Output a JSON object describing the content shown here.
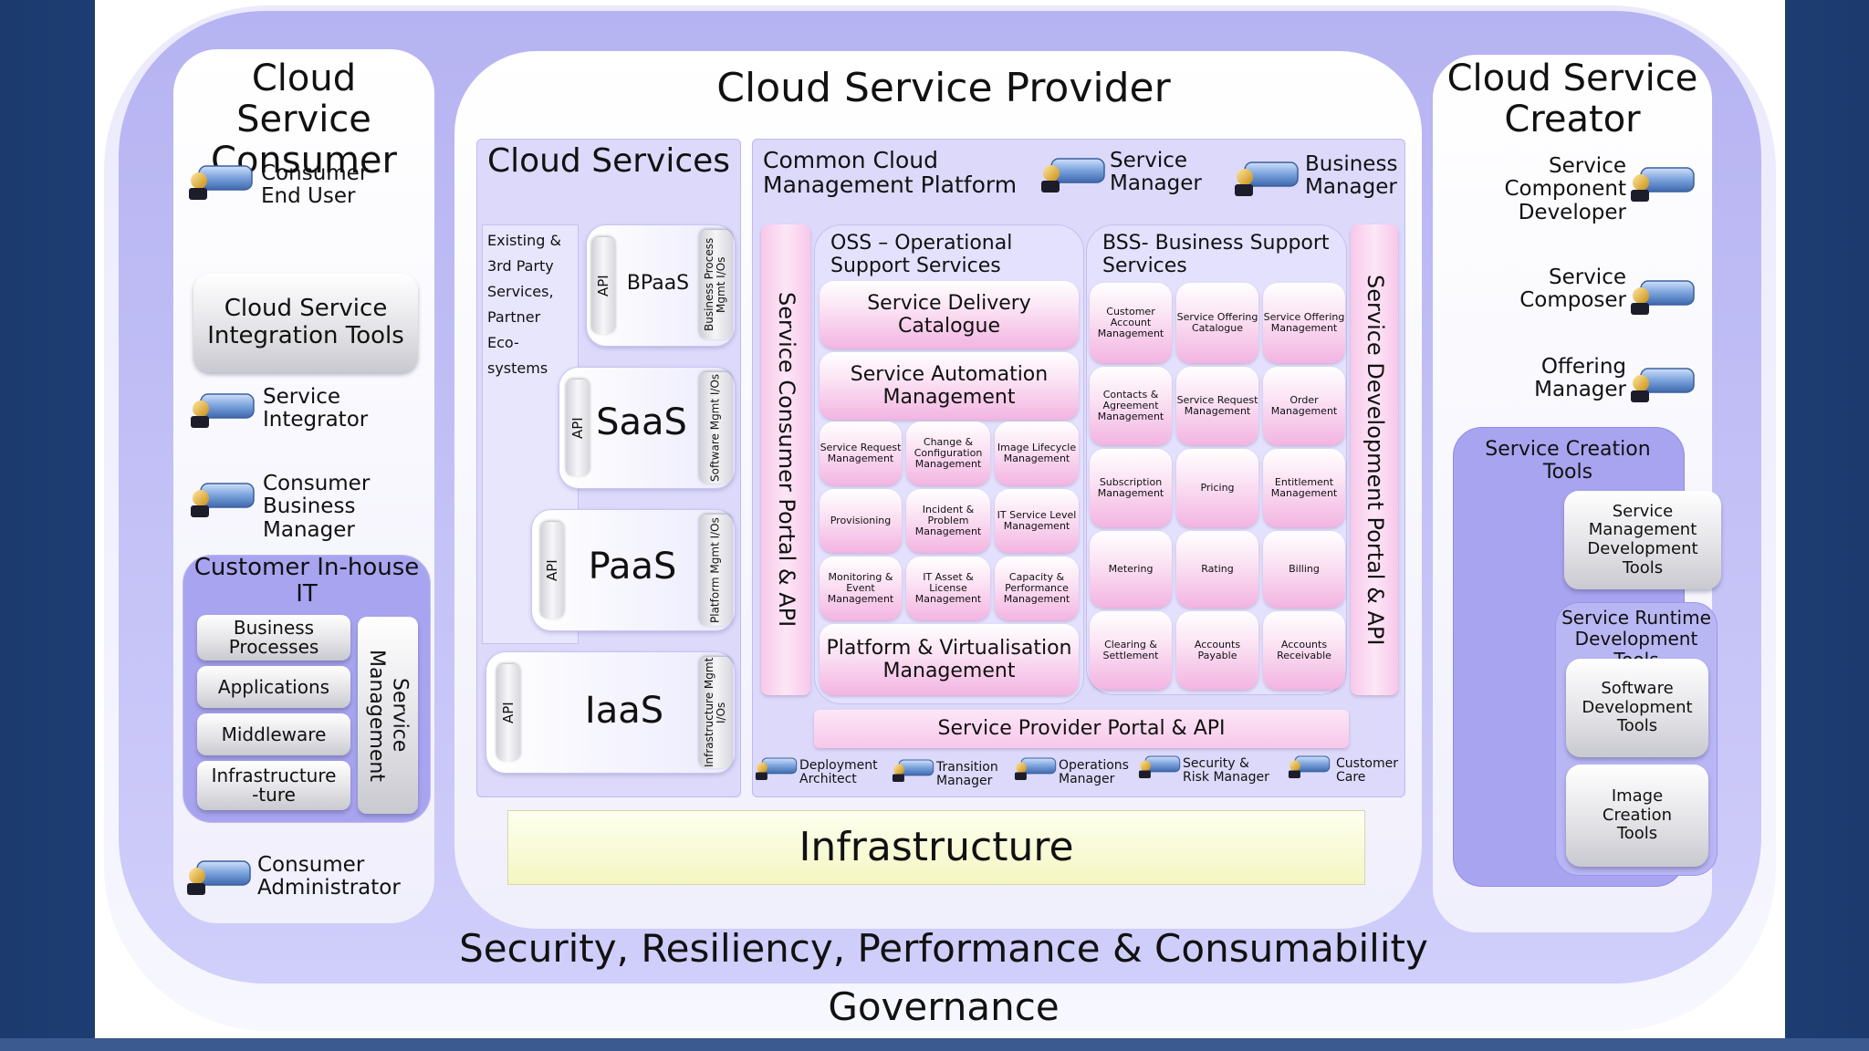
{
  "outer": {
    "governance": "Governance",
    "security": "Security, Resiliency, Performance & Consumability"
  },
  "consumer": {
    "title": "Cloud Service Consumer",
    "roles": [
      "Consumer End User",
      "Service Integrator",
      "Consumer Business Manager",
      "Consumer Administrator"
    ],
    "integration_tools": "Cloud Service Integration Tools",
    "inhouse": {
      "title": "Customer In-house IT",
      "items": [
        "Business Processes",
        "Applications",
        "Middleware",
        "Infrastructure -ture"
      ],
      "service_management": "Service Management"
    }
  },
  "provider": {
    "title": "Cloud Service Provider",
    "infrastructure": "Infrastructure",
    "cloud_services": {
      "title": "Cloud Services",
      "existing": "Existing & 3rd Party Services, Partner Eco-systems",
      "api": "API",
      "tiers": [
        {
          "name": "BPaaS",
          "mgmt": "Business Process Mgmt I/Os"
        },
        {
          "name": "SaaS",
          "mgmt": "Software Mgmt I/Os"
        },
        {
          "name": "PaaS",
          "mgmt": "Platform Mgmt I/Os"
        },
        {
          "name": "IaaS",
          "mgmt": "Infrastructure Mgmt I/Os"
        }
      ]
    },
    "ccmp": {
      "title": "Common Cloud Management Platform",
      "managers": [
        "Service Manager",
        "Business Manager"
      ],
      "consumer_portal": "Service Consumer Portal & API",
      "dev_portal": "Service Development Portal & API",
      "provider_portal": "Service Provider Portal & API",
      "oss": {
        "title": "OSS – Operational Support Services",
        "delivery": "Service Delivery Catalogue",
        "automation": "Service Automation Management",
        "cells": [
          "Service Request Management",
          "Change & Configuration Management",
          "Image Lifecycle Management",
          "Provisioning",
          "Incident & Problem Management",
          "IT Service Level Management",
          "Monitoring & Event Management",
          "IT Asset & License Management",
          "Capacity & Performance Management"
        ],
        "platform": "Platform & Virtualisation Management"
      },
      "bss": {
        "title": "BSS- Business Support Services",
        "cells": [
          "Customer Account Management",
          "Service Offering Catalogue",
          "Service Offering Management",
          "Contacts & Agreement Management",
          "Service Request Management",
          "Order Management",
          "Subscription Management",
          "Pricing",
          "Entitlement Management",
          "Metering",
          "Rating",
          "Billing",
          "Clearing & Settlement",
          "Accounts Payable",
          "Accounts Receivable"
        ]
      },
      "footer_roles": [
        "Deployment Architect",
        "Transition Manager",
        "Operations Manager",
        "Security & Risk Manager",
        "Customer Care"
      ]
    }
  },
  "creator": {
    "title": "Cloud Service Creator",
    "roles": [
      "Service Component Developer",
      "Service Composer",
      "Offering Manager"
    ],
    "creation_tools": {
      "title": "Service Creation Tools",
      "smdt": "Service Management Development Tools",
      "runtime": {
        "title": "Service Runtime Development Tools",
        "items": [
          "Software Development Tools",
          "Image Creation Tools"
        ]
      }
    }
  },
  "icon_colors": {
    "blue": "#6e97d6",
    "gold": "#d8a020",
    "dark": "#1c1c2a"
  }
}
